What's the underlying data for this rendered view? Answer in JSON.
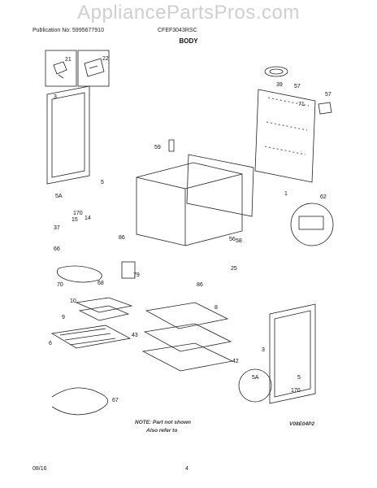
{
  "watermark": "AppliancePartsPros.com",
  "header": {
    "publication_label": "Publication No: 5995677910",
    "model": "CFEF3043RSC"
  },
  "title": "BODY",
  "callouts": {
    "c21": "21",
    "c22": "22",
    "c3_top": "3",
    "c39": "39",
    "c57a": "57",
    "c57b": "57",
    "c71": "71",
    "c5_top": "5",
    "c5a_top": "5A",
    "c59": "59",
    "c170_top": "170",
    "c37": "37",
    "c15": "15",
    "c14": "14",
    "c1": "1",
    "c62": "62",
    "c86a": "86",
    "c56": "56",
    "c66": "66",
    "c58": "58",
    "c70": "70",
    "c68": "68",
    "c79": "79",
    "c86b": "86",
    "c25": "25",
    "c10": "10",
    "c9": "9",
    "c6": "6",
    "c8": "8",
    "c43": "43",
    "c42": "42",
    "c5a_bot": "5A",
    "c3_bot": "3",
    "c5_bot": "5",
    "c170_bot": "170",
    "c67": "67"
  },
  "notes": {
    "note_line1": "NOTE: Part not shown",
    "note_line2": "Also refer to",
    "ref_code": "V08E04P2"
  },
  "footer": {
    "date": "08/16",
    "page": "4"
  }
}
